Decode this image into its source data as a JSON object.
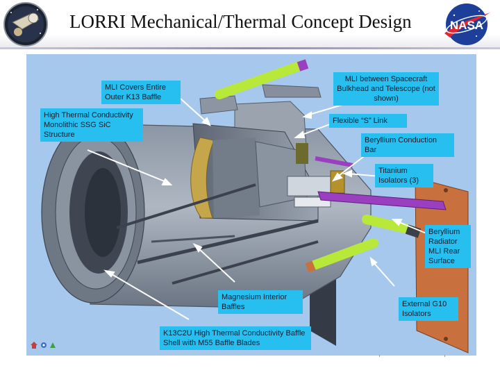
{
  "header": {
    "title": "LORRI Mechanical/Thermal Concept Design",
    "left_logo_icon": "new-horizons-mission-patch",
    "right_logo_icon": "nasa-meatball-logo"
  },
  "colors": {
    "label_bg": "#27bff0",
    "figure_bg": "#a5c8ec",
    "arrow": "#ffffff",
    "isolator_green": "#b8e83a",
    "radiator": "#c9713e",
    "spacecraft_link": "#9a3fc0"
  },
  "callouts": {
    "mli_covers": "MLI Covers Entire Outer K13 Baffle",
    "sic_structure": "High Thermal Conductivity Monolithic SSG SiC Structure",
    "mli_between": "MLI between Spacecraft Bulkhead and Telescope (not shown)",
    "s_link": "Flexible “S” Link",
    "beryllium_bar": "Beryllium Conduction Bar",
    "titanium_isolators": "Titanium Isolators (3)",
    "beryllium_radiator": "Beryllium Radiator MLI Rear Surface",
    "g10_isolators": "External G10 Isolators",
    "magnesium_baffles": "Magnesium Interior Baffles",
    "k13c2u_shell": "K13C2U High Thermal Conductivity Baffle Shell with M55 Baffle Blades"
  },
  "nav": {
    "icons": [
      "home-icon",
      "view-icon",
      "up-icon"
    ]
  }
}
